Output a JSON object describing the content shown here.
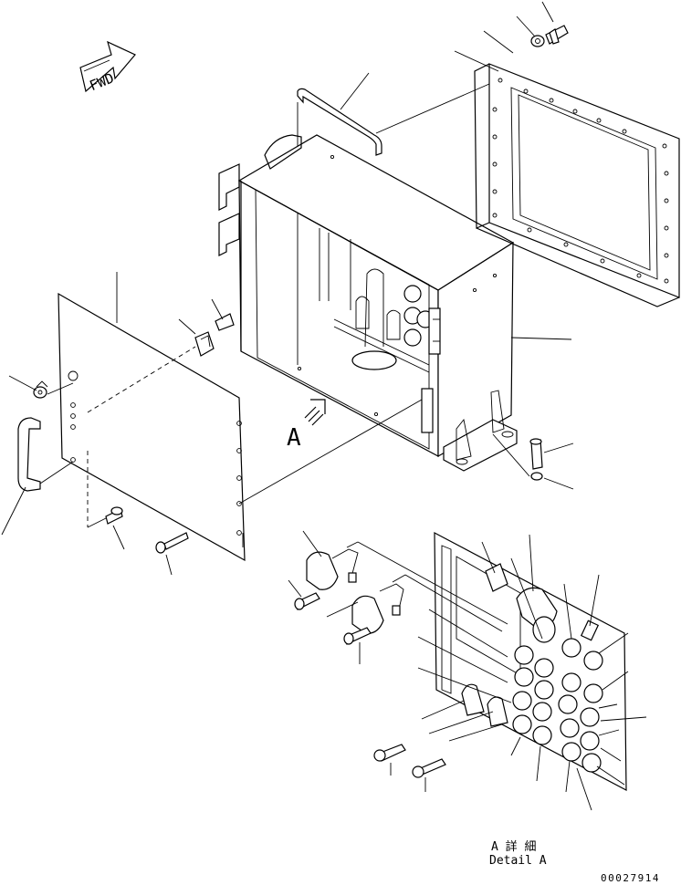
{
  "diagram": {
    "fwd_label": "FWD",
    "view_marker": "A",
    "detail_title_jp": "A 詳 細",
    "detail_title_en": "Detail A",
    "drawing_number": "00027914"
  }
}
